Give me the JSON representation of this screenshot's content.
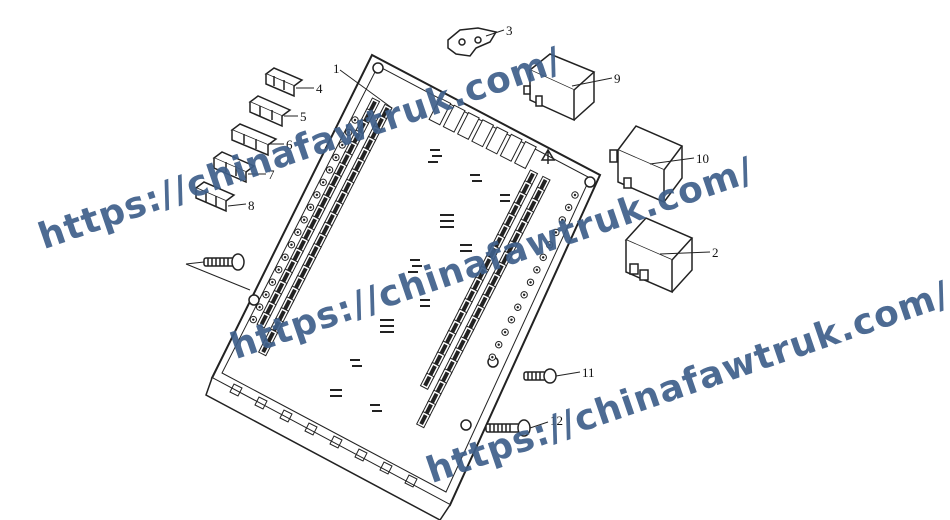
{
  "callouts": [
    "1",
    "2",
    "3",
    "4",
    "5",
    "6",
    "7",
    "8",
    "9",
    "10",
    "11",
    "12"
  ],
  "watermark": "https://chinafawtruk.com/",
  "colors": {
    "line": "#222222",
    "watermark": "#3e5f8a",
    "background": "#ffffff"
  },
  "parts": {
    "fuse_box": "fuse-box-board",
    "relays": [
      "relay-2",
      "relay-9",
      "relay-10"
    ],
    "clip": "bracket-clip-3",
    "connectors": [
      "connector-4",
      "connector-5",
      "connector-6",
      "connector-7",
      "connector-8"
    ],
    "screws": [
      "screw-left",
      "screw-11",
      "screw-12"
    ]
  }
}
